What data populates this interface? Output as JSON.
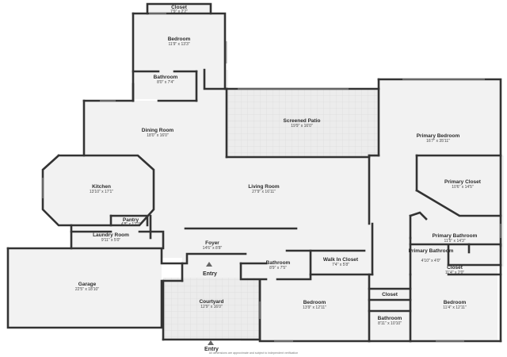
{
  "colors": {
    "wall": "#333333",
    "floor": "#f2f2f2",
    "patio": "#e9e9e9",
    "window": "#9a9a9a",
    "text": "#2b2b2b"
  },
  "rooms": [
    {
      "id": "closet-top",
      "name": "Closet",
      "dims": "7'9\" x 2'2\""
    },
    {
      "id": "bedroom-top",
      "name": "Bedroom",
      "dims": "11'9\" x 13'3\""
    },
    {
      "id": "bathroom-top",
      "name": "Bathroom",
      "dims": "8'0\" x 7'4\""
    },
    {
      "id": "dining-room",
      "name": "Dining Room",
      "dims": "18'0\" x 16'0\""
    },
    {
      "id": "screened-patio",
      "name": "Screened Patio",
      "dims": "19'9\" x 16'0\""
    },
    {
      "id": "primary-bedroom",
      "name": "Primary Bedroom",
      "dims": "16'7\" x 35'11\""
    },
    {
      "id": "kitchen",
      "name": "Kitchen",
      "dims": "13'10\" x 17'1\""
    },
    {
      "id": "living-room",
      "name": "Living Room",
      "dims": "27'9\" x 16'11\""
    },
    {
      "id": "primary-closet",
      "name": "Primary Closet",
      "dims": "10'6\" x 14'5\""
    },
    {
      "id": "pantry",
      "name": "Pantry",
      "dims": "4'8\" x 1'11\""
    },
    {
      "id": "laundry-room",
      "name": "Laundry Room",
      "dims": "9'11\" x 5'0\""
    },
    {
      "id": "primary-bathroom",
      "name": "Primary Bathroom",
      "dims": "11'5\" x 14'3\""
    },
    {
      "id": "foyer",
      "name": "Foyer",
      "dims": "14'6\" x 8'8\""
    },
    {
      "id": "primary-bathroom-small",
      "name": "Primary Bathroom",
      "dims": "4'10\" x 4'0\""
    },
    {
      "id": "bathroom-mid",
      "name": "Bathroom",
      "dims": "8'9\" x 7'5\""
    },
    {
      "id": "walk-in-closet",
      "name": "Walk In Closet",
      "dims": "7'4\" x 5'8\""
    },
    {
      "id": "closet-right",
      "name": "Closet",
      "dims": "11'4\" x 2'0\""
    },
    {
      "id": "garage",
      "name": "Garage",
      "dims": "22'5\" x 18'10\""
    },
    {
      "id": "courtyard",
      "name": "Courtyard",
      "dims": "12'9\" x 16'0\""
    },
    {
      "id": "closet-mid",
      "name": "Closet",
      "dims": ""
    },
    {
      "id": "bedroom-bottom-mid",
      "name": "Bedroom",
      "dims": "13'9\" x 12'11\""
    },
    {
      "id": "bedroom-bottom-right",
      "name": "Bedroom",
      "dims": "11'4\" x 12'11\""
    },
    {
      "id": "bathroom-bottom",
      "name": "Bathroom",
      "dims": "8'11\" x 10'10\""
    }
  ],
  "entries": [
    {
      "id": "entry-foyer",
      "label": "Entry"
    },
    {
      "id": "entry-courtyard",
      "label": "Entry"
    }
  ],
  "disclaimer": "All dimensions are approximate and subject to independent verification"
}
